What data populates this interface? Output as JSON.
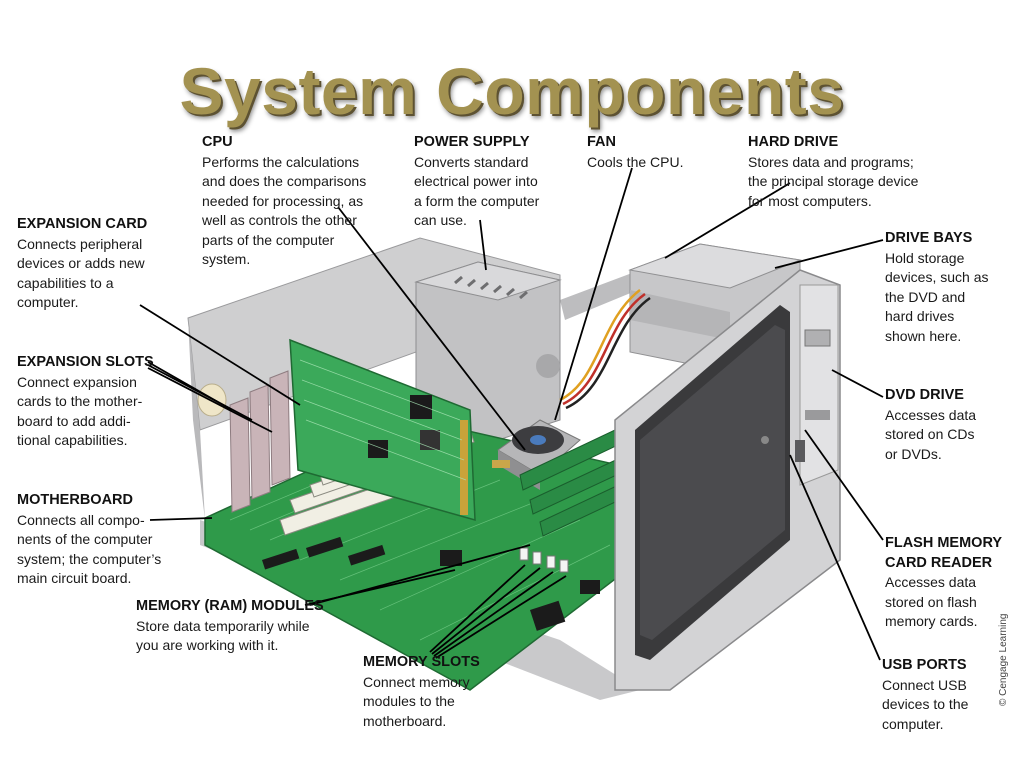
{
  "title": "System Components",
  "credit": "© Cengage Learning",
  "labels": {
    "cpu": {
      "heading": "CPU",
      "desc": [
        "Performs the calculations",
        "and does the comparisons",
        "needed for processing, as",
        "well as controls the other",
        "parts of the computer",
        "system."
      ]
    },
    "power_supply": {
      "heading": "POWER SUPPLY",
      "desc": [
        "Converts standard",
        "electrical power into",
        "a form the computer",
        "can use."
      ]
    },
    "fan": {
      "heading": "FAN",
      "desc": [
        "Cools the CPU."
      ]
    },
    "hard_drive": {
      "heading": "HARD DRIVE",
      "desc": [
        "Stores data and programs;",
        "the principal storage device",
        "for most computers."
      ]
    },
    "expansion_card": {
      "heading": "EXPANSION CARD",
      "desc": [
        "Connects peripheral",
        "devices or adds new",
        "capabilities to a",
        "computer."
      ]
    },
    "drive_bays": {
      "heading": "DRIVE BAYS",
      "desc": [
        "Hold storage",
        "devices, such as",
        "the DVD and",
        "hard drives",
        "shown here."
      ]
    },
    "expansion_slots": {
      "heading": "EXPANSION SLOTS",
      "desc": [
        "Connect expansion",
        "cards to the mother-",
        "board to add addi-",
        "tional capabilities."
      ]
    },
    "dvd_drive": {
      "heading": "DVD DRIVE",
      "desc": [
        "Accesses data",
        "stored on CDs",
        "or DVDs."
      ]
    },
    "motherboard": {
      "heading": "MOTHERBOARD",
      "desc": [
        "Connects all compo-",
        "nents of the computer",
        "system; the computer’s",
        "main circuit board."
      ]
    },
    "flash_reader": {
      "heading": [
        "FLASH MEMORY",
        "CARD READER"
      ],
      "desc": [
        "Accesses data",
        "stored on flash",
        "memory cards."
      ]
    },
    "memory_modules": {
      "heading": "MEMORY (RAM) MODULES",
      "desc": [
        "Store data temporarily while",
        "you are working with it."
      ]
    },
    "memory_slots": {
      "heading": "MEMORY SLOTS",
      "desc": [
        "Connect memory",
        "modules to the",
        "motherboard."
      ]
    },
    "usb_ports": {
      "heading": "USB PORTS",
      "desc": [
        "Connect USB",
        "devices to the",
        "computer."
      ]
    }
  }
}
